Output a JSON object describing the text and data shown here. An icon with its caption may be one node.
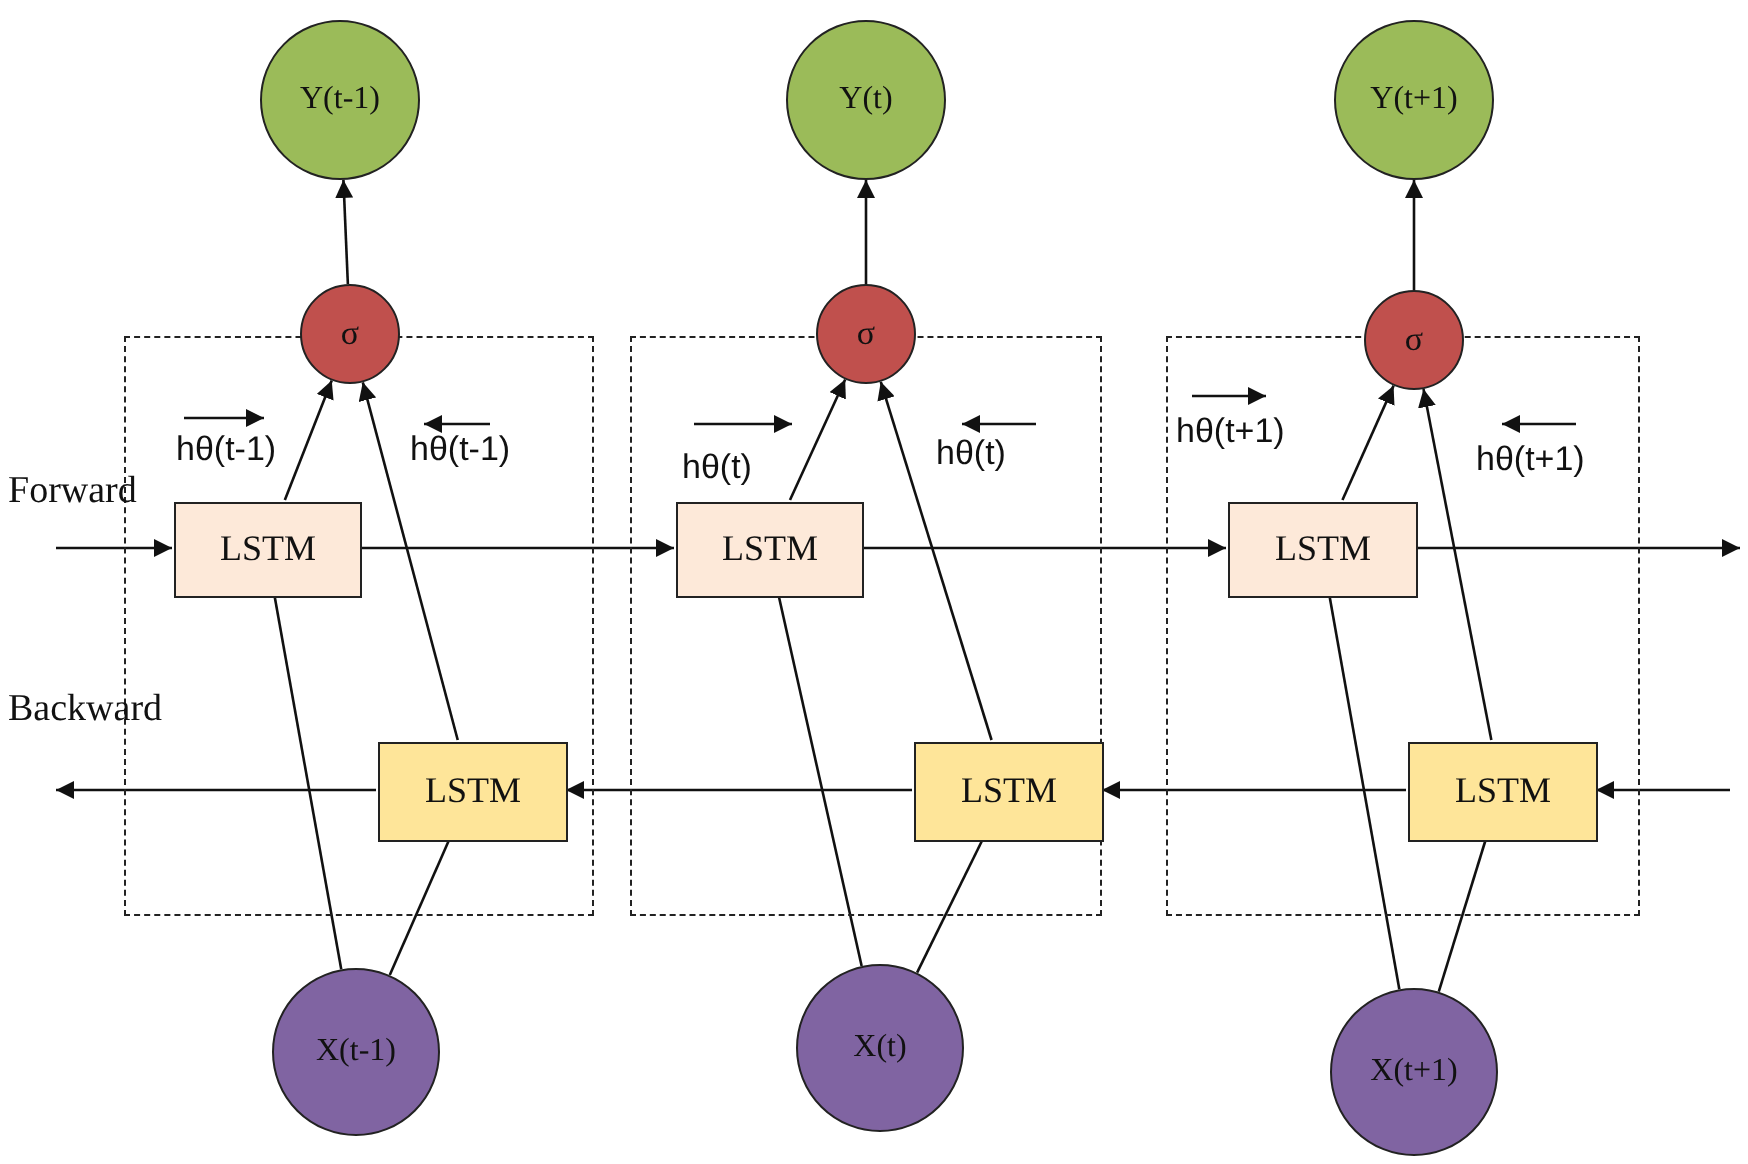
{
  "diagram": {
    "nodes": [
      {
        "text": [
          "Y(t-1)"
        ]
      },
      {
        "text": [
          "Y(t)"
        ]
      },
      {
        "text": [
          "Y(t+1)"
        ]
      },
      {
        "text": [],
        "shape": "box"
      },
      {
        "text": [],
        "shape": "box"
      },
      {
        "text": [],
        "shape": "box"
      },
      {
        "text": [
          "σ"
        ]
      },
      {
        "text": [
          "σ"
        ]
      },
      {
        "text": [
          "σ"
        ]
      },
      {
        "text": [
          "LSTM"
        ],
        "in": 3
      },
      {
        "text": [
          "LSTM"
        ],
        "in": 4
      },
      {
        "text": [
          "LSTM"
        ],
        "in": 5
      },
      {
        "text": [
          "LSTM"
        ],
        "in": 3
      },
      {
        "text": [
          "LSTM"
        ],
        "in": 4
      },
      {
        "text": [
          "LSTM"
        ],
        "in": 5
      },
      {
        "text": [
          "X(t-1)"
        ]
      },
      {
        "text": [
          "X(t)"
        ]
      },
      {
        "text": [
          "X(t+1)"
        ]
      }
    ],
    "edges": [
      {
        "from": 6,
        "to": 0,
        "arrow": "to"
      },
      {
        "from": 7,
        "to": 1,
        "arrow": "to"
      },
      {
        "from": 8,
        "to": 2,
        "arrow": "to"
      },
      {
        "from": 9,
        "to": 6,
        "arrow": "to"
      },
      {
        "from": 10,
        "to": 7,
        "arrow": "to"
      },
      {
        "from": 11,
        "to": 8,
        "arrow": "to"
      },
      {
        "from": 12,
        "to": 6,
        "arrow": "to"
      },
      {
        "from": 13,
        "to": 7,
        "arrow": "to"
      },
      {
        "from": 14,
        "to": 8,
        "arrow": "to"
      },
      {
        "from": 15,
        "to": 9,
        "arrow": "none"
      },
      {
        "from": 15,
        "to": 12,
        "arrow": "none"
      },
      {
        "from": 16,
        "to": 10,
        "arrow": "none"
      },
      {
        "from": 16,
        "to": 13,
        "arrow": "none"
      },
      {
        "from": 17,
        "to": 11,
        "arrow": "none"
      },
      {
        "from": 17,
        "to": 14,
        "arrow": "none"
      },
      {
        "from": null,
        "to": 9,
        "arrow": "to"
      },
      {
        "from": 9,
        "to": 10,
        "arrow": "to"
      },
      {
        "from": 10,
        "to": 11,
        "arrow": "to"
      },
      {
        "from": 11,
        "to": null,
        "arrow": "to"
      },
      {
        "from": null,
        "to": 14,
        "arrow": "to"
      },
      {
        "from": 14,
        "to": 13,
        "arrow": "to"
      },
      {
        "from": 13,
        "to": 12,
        "arrow": "to"
      },
      {
        "from": 12,
        "to": null,
        "arrow": "to"
      }
    ],
    "labels": [
      "Forward",
      "hθ(t-1)",
      "hθ(t-1)",
      "hθ(t)",
      "hθ(t)",
      "hθ(t+1)",
      "hθ(t+1)",
      "Backward"
    ]
  }
}
